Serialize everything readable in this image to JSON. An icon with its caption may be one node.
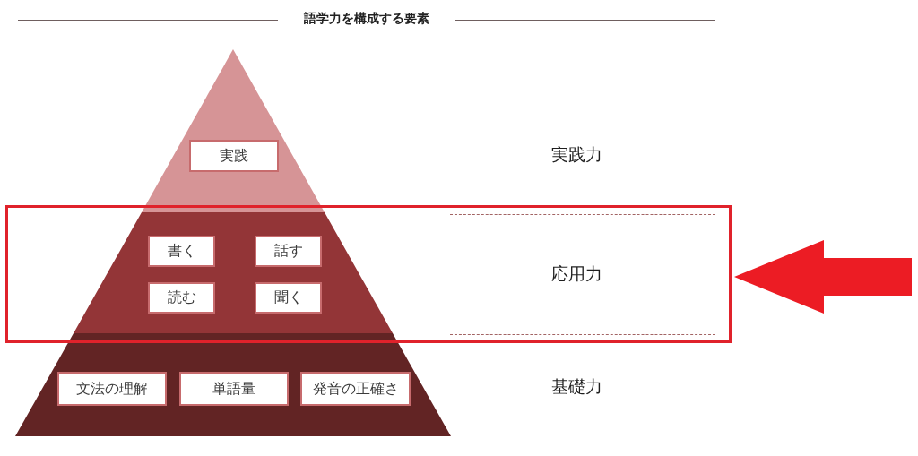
{
  "diagram": {
    "title": "語学力を構成する要素",
    "nodes": [
      {
        "text": [],
        "shape": "triangle"
      },
      {
        "text": [
          "実践"
        ],
        "in": 0
      },
      {
        "text": [
          "応用力"
        ]
      },
      {
        "text": [],
        "shape": "trapezoid",
        "in": 2
      },
      {
        "text": [
          "書く"
        ],
        "in": 3
      },
      {
        "text": [
          "話す"
        ],
        "in": 3
      },
      {
        "text": [
          "読む"
        ],
        "in": 3
      },
      {
        "text": [
          "聞く"
        ],
        "in": 3
      },
      {
        "text": [],
        "shape": "trapezoid"
      },
      {
        "text": [
          "文法の理解"
        ],
        "in": 8
      },
      {
        "text": [
          "単語量"
        ],
        "in": 8
      },
      {
        "text": [
          "発音の正確さ"
        ],
        "in": 8
      }
    ],
    "edges": [
      {
        "from": null,
        "to": 2,
        "arrow": "to"
      }
    ],
    "labels": [
      "実践力",
      "基礎力"
    ]
  }
}
